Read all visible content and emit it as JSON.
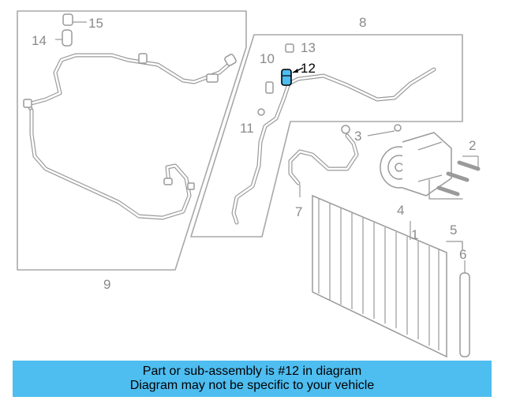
{
  "callouts": {
    "c1": "1",
    "c2": "2",
    "c3": "3",
    "c4": "4",
    "c5": "5",
    "c6": "6",
    "c7": "7",
    "c8": "8",
    "c9": "9",
    "c10": "10",
    "c11": "11",
    "c12": "12",
    "c13": "13",
    "c14": "14",
    "c15": "15"
  },
  "highlight": {
    "part": "12",
    "color": "#4ebdf0"
  },
  "banner": {
    "line1": "Part or sub-assembly is #12 in diagram",
    "line2": "Diagram may not be specific to your vehicle",
    "color": "#4ebdf0"
  }
}
